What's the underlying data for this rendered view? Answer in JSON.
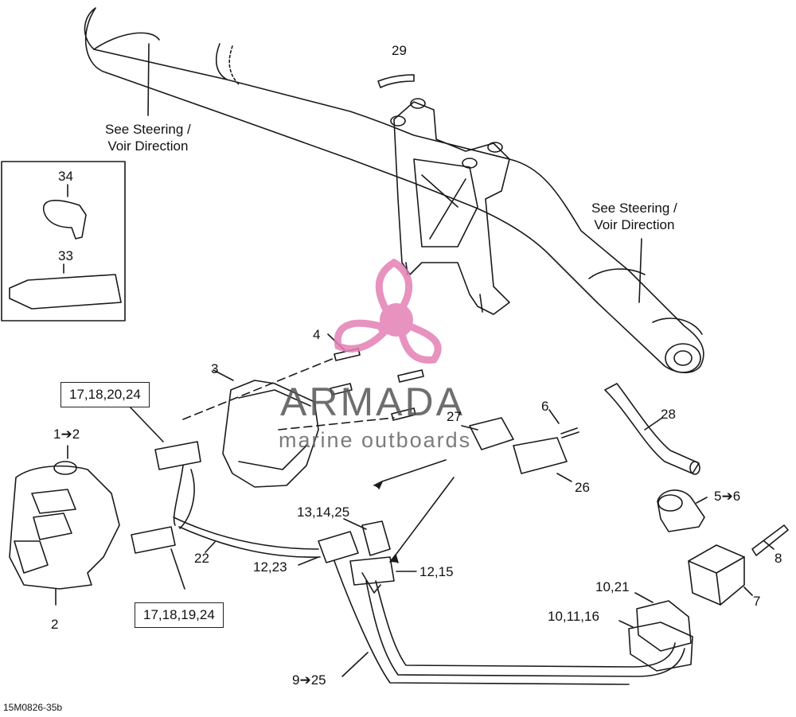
{
  "watermark": {
    "brand": "ARMADA",
    "tagline": "marine outboards",
    "logo_color": "#e37fb5"
  },
  "notes": {
    "steering_left": [
      "See Steering /",
      "Voir Direction"
    ],
    "steering_right": [
      "See Steering /",
      "Voir Direction"
    ]
  },
  "callouts": {
    "c29": "29",
    "c34": "34",
    "c33": "33",
    "c4": "4",
    "c3": "3",
    "c1_2": "1➔2",
    "c2": "2",
    "c27": "27",
    "c6": "6",
    "c28": "28",
    "c26": "26",
    "c5_6": "5➔6",
    "c13_14_25": "13,14,25",
    "c12_23": "12,23",
    "c12_15": "12,15",
    "c22": "22",
    "c8": "8",
    "c7": "7",
    "c10_21": "10,21",
    "c10_11_16": "10,11,16",
    "c9_25": "9➔25"
  },
  "boxed_callouts": {
    "upper": "17,18,20,24",
    "lower": "17,18,19,24"
  },
  "figure_code": "15M0826-35b"
}
